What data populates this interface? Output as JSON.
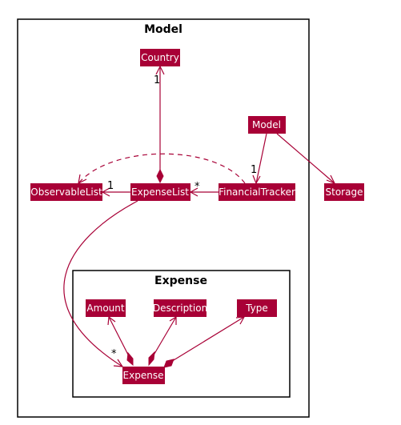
{
  "packages": {
    "model": {
      "title": "Model"
    },
    "expense": {
      "title": "Expense"
    }
  },
  "nodes": {
    "country": "Country",
    "model": "Model",
    "observable_list": "ObservableList",
    "expense_list": "ExpenseList",
    "financial_tracker": "FinancialTracker",
    "storage": "Storage",
    "amount": "Amount",
    "description": "Description",
    "type": "Type",
    "expense": "Expense"
  },
  "multiplicities": {
    "country_end": "1",
    "financial_tracker_end": "1",
    "observable_list_end": "1",
    "expense_list_star": "*",
    "expense_star": "*"
  },
  "colors": {
    "node_fill": "#a80036",
    "edge": "#a80036",
    "node_text": "#ffffff"
  }
}
